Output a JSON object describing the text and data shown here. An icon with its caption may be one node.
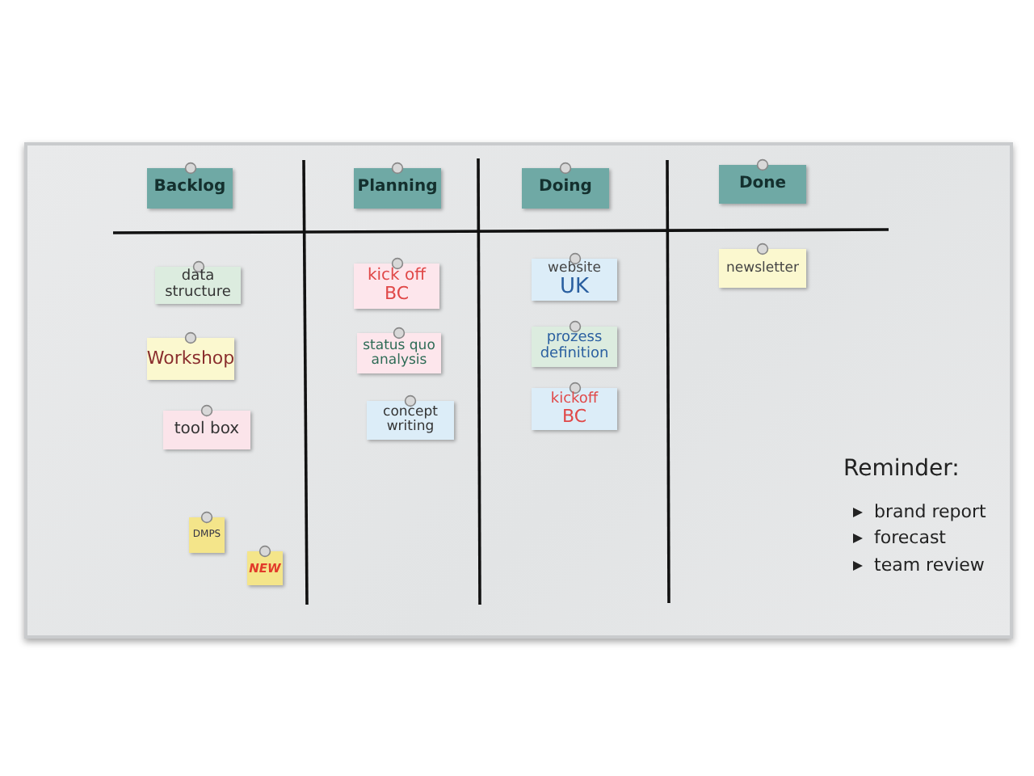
{
  "diagram": {
    "nodes": [
      {
        "text": [
          "Backlog"
        ]
      },
      {
        "text": [
          "Planning"
        ]
      },
      {
        "text": [
          "Doing"
        ]
      },
      {
        "text": [
          "Done"
        ]
      },
      {
        "text": [
          "data structure"
        ]
      },
      {
        "text": [
          "Workshop"
        ]
      },
      {
        "text": [
          "tool box"
        ]
      },
      {
        "text": [
          "kick off",
          "BC"
        ]
      },
      {
        "text": [
          "status quo analysis"
        ]
      },
      {
        "text": [
          "concept writing"
        ]
      },
      {
        "text": [
          "website",
          "UK"
        ]
      },
      {
        "text": [
          "prozess definition"
        ]
      },
      {
        "text": [
          "kickoff",
          "BC"
        ]
      },
      {
        "text": [
          "newsletter"
        ]
      },
      {
        "text": [
          "DMPS"
        ]
      },
      {
        "text": [
          "NEW"
        ]
      }
    ],
    "edges": [],
    "labels": [
      "Reminder:",
      "brand report",
      "forecast",
      "team review"
    ]
  }
}
